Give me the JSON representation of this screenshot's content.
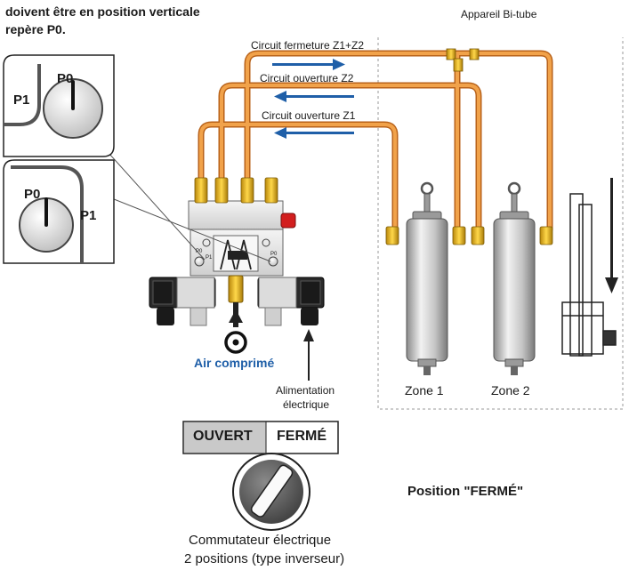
{
  "header": {
    "line1": "doivent  être en position verticale",
    "line2": "repère P0."
  },
  "device_title": "Appareil Bi-tube",
  "circuits": {
    "closing": "Circuit fermeture Z1+Z2",
    "opening_z2": "Circuit ouverture Z2",
    "opening_z1": "Circuit ouverture Z1"
  },
  "knob_top": {
    "p0": "P0",
    "p1": "P1"
  },
  "knob_bottom": {
    "p0": "P0",
    "p1": "P1"
  },
  "block": {
    "left_p0": "P0",
    "left_p1": "P1",
    "right_p0": "P0"
  },
  "zones": {
    "zone1": "Zone 1",
    "zone2": "Zone 2"
  },
  "air_label": "Air comprimé",
  "power_label": {
    "line1": "Alimentation",
    "line2": "électrique"
  },
  "switch_panel": {
    "open": "OUVERT",
    "closed": "FERMÉ"
  },
  "switch_caption": {
    "line1": "Commutateur électrique",
    "line2": "2 positions (type inverseur)"
  },
  "position_label": "Position \"FERMÉ\"",
  "colors": {
    "pipe": "#e8892e",
    "pipe_dark": "#b8621a",
    "arrow": "#1f5fa8",
    "brass": "#e0b21c",
    "panel_open": "#c9c9c9"
  }
}
